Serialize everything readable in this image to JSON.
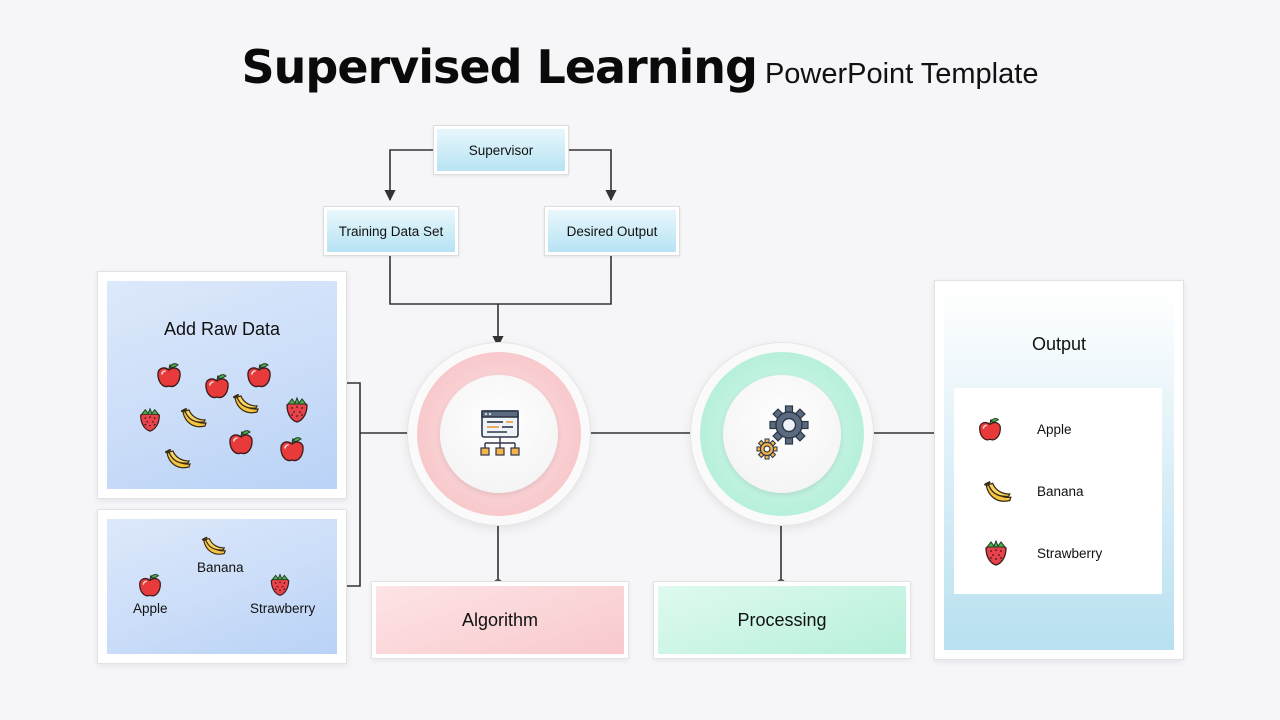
{
  "title": {
    "main": "Supervised Learning",
    "sub": "PowerPoint Template"
  },
  "top": {
    "supervisor": "Supervisor",
    "training": "Training Data Set",
    "desired": "Desired Output"
  },
  "raw_data": {
    "title": "Add Raw Data"
  },
  "legend": {
    "apple": "Apple",
    "banana": "Banana",
    "strawberry": "Strawberry"
  },
  "algorithm": {
    "label": "Algorithm",
    "icon": "algorithm-flowchart-icon"
  },
  "processing": {
    "label": "Processing",
    "icon": "gears-icon"
  },
  "output": {
    "title": "Output",
    "items": [
      "Apple",
      "Banana",
      "Strawberry"
    ]
  },
  "colors": {
    "algorithm": "#f8c9cc",
    "processing": "#b7f0da",
    "top_boxes": "#b6e3f3",
    "raw_panel": "#c9dcf8",
    "output_panel": "#b8e0f0"
  }
}
